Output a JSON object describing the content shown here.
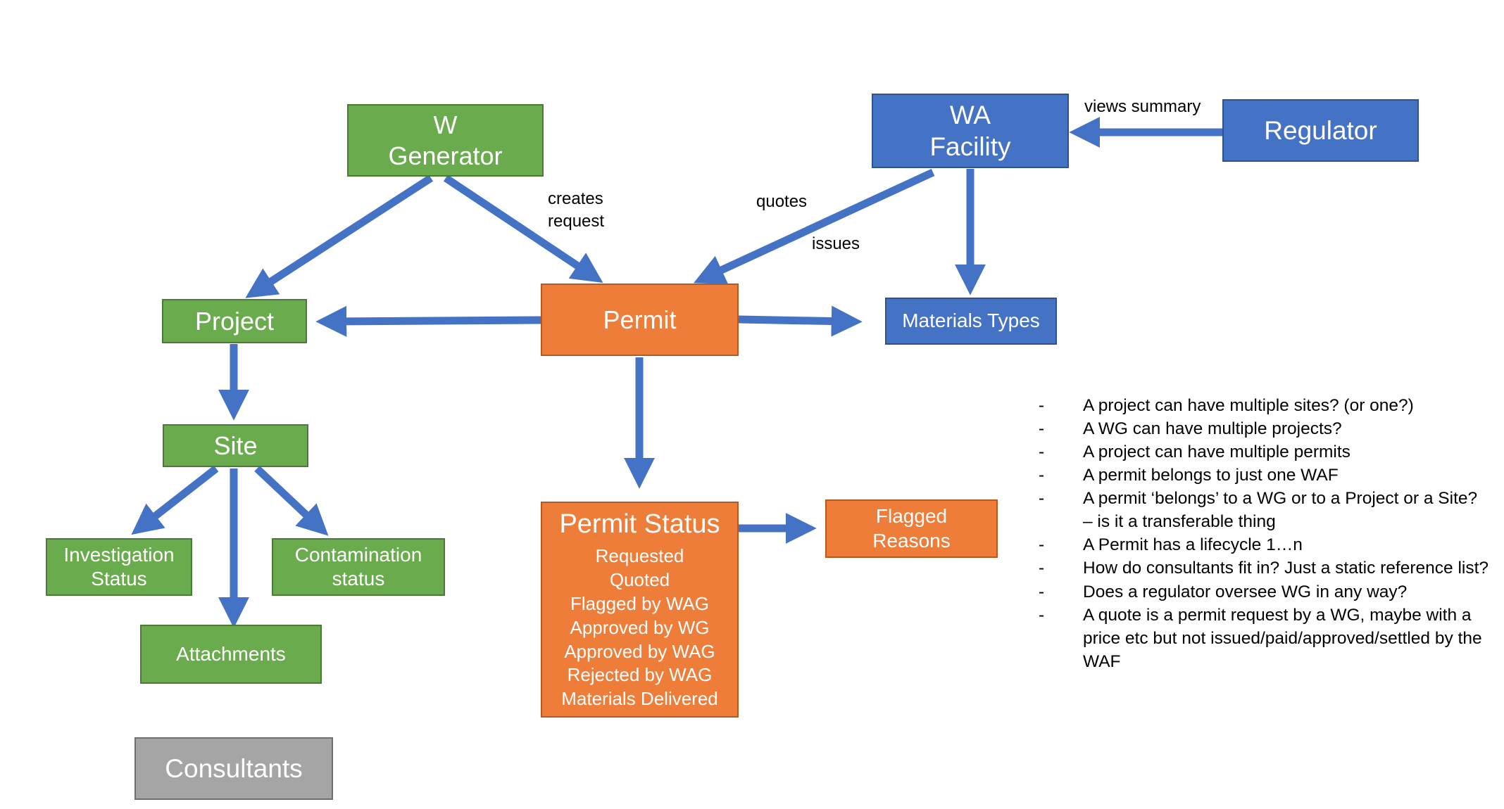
{
  "colors": {
    "green": "#6aac4d",
    "blue": "#4472c4",
    "orange": "#ef7d3a",
    "grey": "#a5a5a5",
    "arrow": "#4472c4"
  },
  "nodes": {
    "w_generator": {
      "line1": "W",
      "line2": "Generator"
    },
    "wa_facility": {
      "line1": "WA",
      "line2": "Facility"
    },
    "regulator": "Regulator",
    "project": "Project",
    "permit": "Permit",
    "materials_types": "Materials Types",
    "site": "Site",
    "investigation_status": {
      "line1": "Investigation",
      "line2": "Status"
    },
    "contamination_status": {
      "line1": "Contamination",
      "line2": "status"
    },
    "attachments": "Attachments",
    "permit_status": {
      "title": "Permit Status",
      "items": [
        "Requested",
        "Quoted",
        "Flagged by WAG",
        "Approved by WG",
        "Approved by WAG",
        "Rejected by WAG",
        "Materials Delivered"
      ]
    },
    "flagged_reasons": {
      "line1": "Flagged",
      "line2": "Reasons"
    },
    "consultants": "Consultants"
  },
  "edge_labels": {
    "views_summary": "views summary",
    "creates_request": {
      "line1": "creates",
      "line2": "request"
    },
    "quotes": "quotes",
    "issues": "issues"
  },
  "notes": {
    "bullet": "-",
    "items": [
      "A project can have multiple sites? (or one?)",
      "A WG can have multiple projects?",
      "A project can have multiple permits",
      "A permit belongs to just one WAF",
      "A permit ‘belongs’ to a WG or to a Project or a Site? – is it a transferable thing",
      "A Permit has a lifecycle 1…n",
      "How do consultants fit in? Just a static reference list?",
      "Does a regulator oversee WG in any way?",
      "A quote is a permit request by a WG, maybe with a price etc but not issued/paid/approved/settled by the WAF"
    ]
  }
}
